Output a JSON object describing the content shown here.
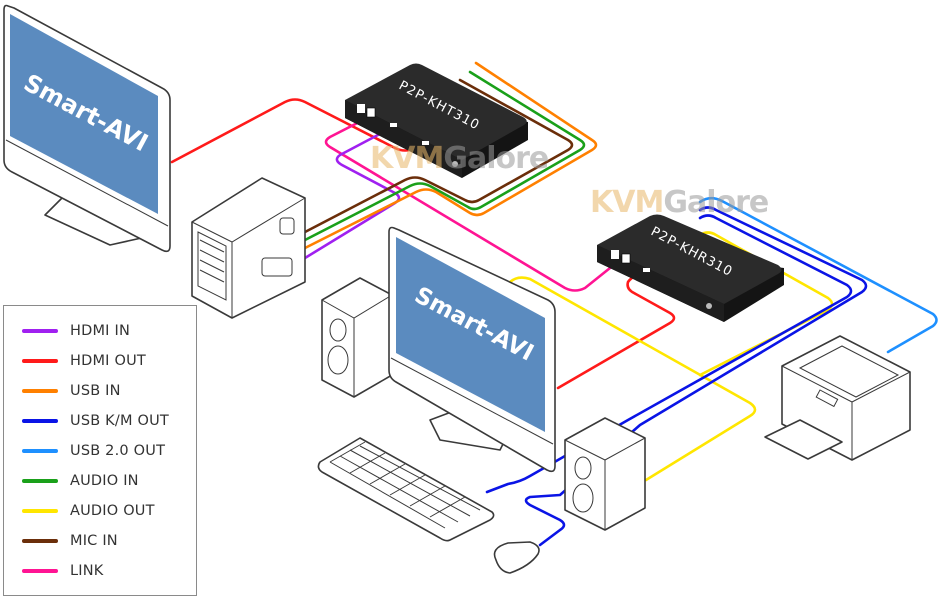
{
  "devices": {
    "transmitter": {
      "model": "P2P-KHT310"
    },
    "receiver": {
      "model": "P2P-KHR310"
    },
    "monitor_left": {
      "brand": "Smart-AVI"
    },
    "monitor_right": {
      "brand": "Smart-AVI"
    }
  },
  "watermark": {
    "part1": "KVM",
    "part2": "Galore"
  },
  "legend": {
    "items": [
      {
        "label": "HDMI IN",
        "color": "#a020f0"
      },
      {
        "label": "HDMI OUT",
        "color": "#ff1a1a"
      },
      {
        "label": "USB IN",
        "color": "#ff8000"
      },
      {
        "label": "USB K/M OUT",
        "color": "#0a14e6"
      },
      {
        "label": "USB 2.0 OUT",
        "color": "#1e90ff"
      },
      {
        "label": "AUDIO IN",
        "color": "#1aa01a"
      },
      {
        "label": "AUDIO OUT",
        "color": "#ffe600"
      },
      {
        "label": "MIC IN",
        "color": "#6b2e0a"
      },
      {
        "label": "LINK",
        "color": "#ff1493"
      }
    ]
  },
  "colors": {
    "screen": "#5b8bbf",
    "extender_body": "#1e1e1e",
    "watermark_orange": "#e8b86a",
    "watermark_gray": "#9a9a9a"
  }
}
